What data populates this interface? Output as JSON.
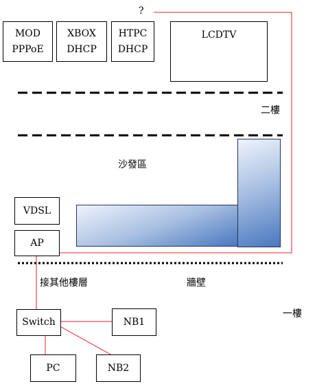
{
  "unknown_mark": "?",
  "devices_upstairs": {
    "mod": {
      "line1": "MOD",
      "line2": "PPPoE"
    },
    "xbox": {
      "line1": "XBOX",
      "line2": "DHCP"
    },
    "htpc": {
      "line1": "HTPC",
      "line2": "DHCP"
    },
    "lcdtv": {
      "line1": "LCDTV"
    }
  },
  "floor_labels": {
    "second": "二樓",
    "first": "一樓"
  },
  "area_labels": {
    "sofa": "沙發區",
    "wall": "牆壁",
    "other_floors": "接其他樓層"
  },
  "devices_ground": {
    "vdsl": "VDSL",
    "ap": "AP",
    "switch": "Switch",
    "nb1": "NB1",
    "pc": "PC",
    "nb2": "NB2"
  },
  "colors": {
    "cable": "#e0202a",
    "sofa_light": "#eef3fb",
    "sofa_dark": "#4a78c0",
    "divider": "#000000"
  }
}
